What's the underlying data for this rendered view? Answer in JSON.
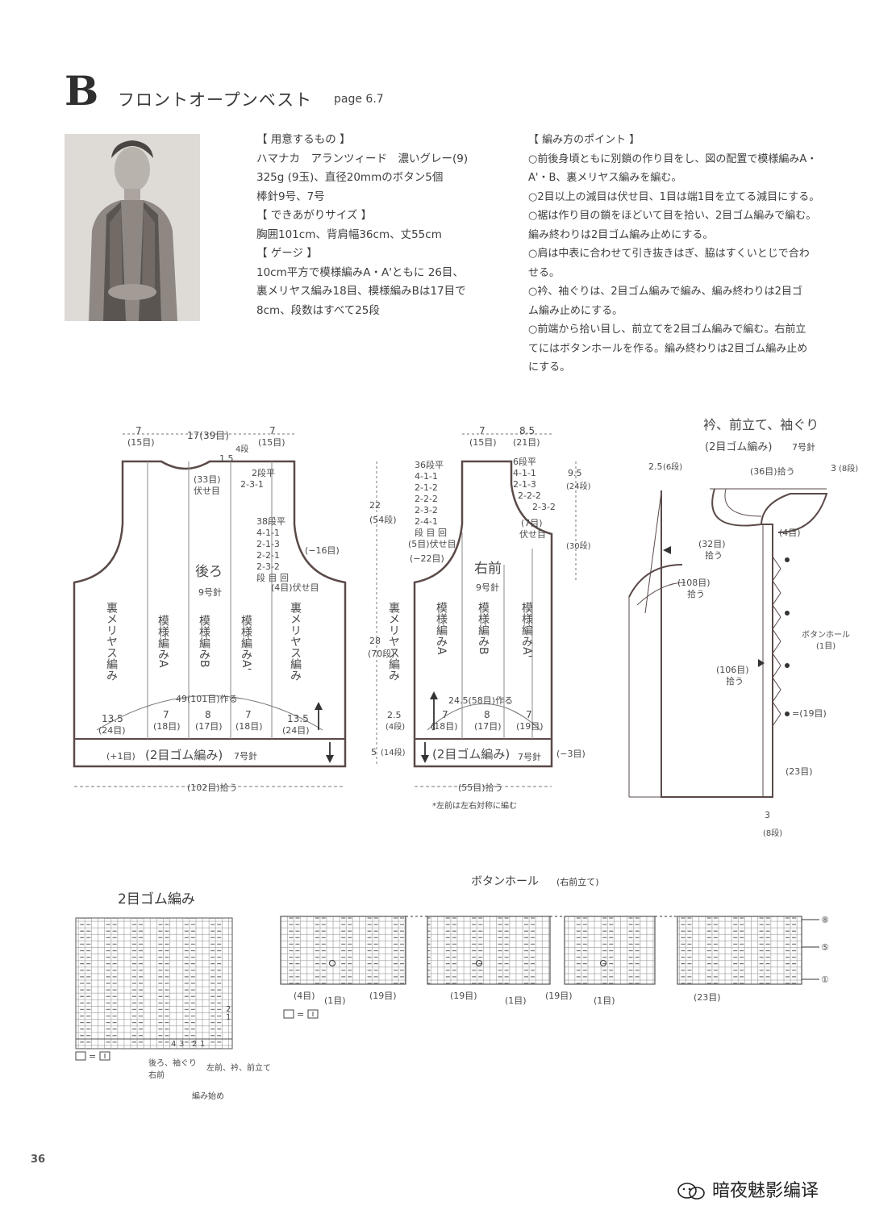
{
  "header": {
    "letter": "B",
    "title": "フロントオープンベスト",
    "page_ref": "page 6.7"
  },
  "materials": {
    "lines": [
      "【 用意するもの 】",
      "ハマナカ　アランツィード　濃いグレー(9)",
      "325g (9玉)、直径20mmのボタン5個",
      "棒針9号、7号",
      "【 できあがりサイズ 】",
      "胸囲101cm、背肩幅36cm、丈55cm",
      "【 ゲージ 】",
      "10cm平方で模様編みA・A'ともに 26目、",
      "裏メリヤス編み18目、模様編みBは17目で",
      "8cm、段数はすべて25段"
    ]
  },
  "points": {
    "lines": [
      "【 編み方のポイント 】",
      "○前後身頃ともに別鎖の作り目をし、図の配置で模様編みA・",
      "A'・B、裏メリヤス編みを編む。",
      "○2目以上の減目は伏せ目、1目は端1目を立てる減目にする。",
      "○裾は作り目の鎖をほどいて目を拾い、2目ゴム編みで編む。",
      "編み終わりは2目ゴム編み止めにする。",
      "○肩は中表に合わせて引き抜きはぎ、脇はすくいとじで合わ",
      "せる。",
      "○衿、袖ぐりは、2目ゴム編みで編み、編み終わりは2目ゴ",
      "ム編み止めにする。",
      "○前端から拾い目し、前立てを2目ゴム編みで編む。右前立",
      "てにはボタンホールを作る。編み終わりは2目ゴム編み止め",
      "にする。"
    ]
  },
  "back": {
    "name": "後ろ",
    "needle": "9号針",
    "top_dims": [
      "7",
      "17(39目)",
      "7"
    ],
    "top_counts": [
      "(15目)",
      "(15目)"
    ],
    "neck_drop": "1.5",
    "neck_rows": "4段",
    "neck_bindoff_count": "(33目)",
    "neck_bindoff_label": "伏せ目",
    "neck_dec": "2段平",
    "neck_dec2": "2-3-1",
    "arm_dec": [
      "38段平",
      "4-1-1",
      "2-1-3",
      "2-2-1",
      "2-3-2",
      "段 目 回"
    ],
    "arm_bindoff": "(4目)伏せ目",
    "arm_total": "(−16目)",
    "patterns": [
      "裏メリヤス編み",
      "模様編みA",
      "模様編みB",
      "模様編みA'",
      "裏メリヤス編み"
    ],
    "cast_on": "49(101目)作る",
    "bottom_dims": [
      "13.5",
      "7",
      "8",
      "7",
      "13.5"
    ],
    "bottom_counts": [
      "(24目)",
      "(18目)",
      "(17目)",
      "(18目)",
      "(24目)"
    ],
    "rib": "(2目ゴム編み)",
    "rib_needle": "7号針",
    "rib_inc": "(+1目)",
    "pickup": "(102目)拾う"
  },
  "front": {
    "name": "右前",
    "needle": "9号針",
    "top_dims": [
      "7",
      "8.5"
    ],
    "top_counts": [
      "(15目)",
      "(21目)"
    ],
    "neck_dec": [
      "6段平",
      "4-1-1",
      "2-1-3",
      "2-2-2",
      "2-3-2"
    ],
    "neck_bindoff_count": "(7目)",
    "neck_bindoff_label": "伏せ目",
    "arm_dec": [
      "36段平",
      "4-1-1",
      "2-1-2",
      "2-2-2",
      "2-3-2",
      "2-4-1",
      "段 目 回"
    ],
    "arm_bindoff": "(5目)伏せ目",
    "arm_total": "(−22目)",
    "heights": [
      "22",
      "(54段)",
      "28",
      "(70段)",
      "5",
      "(14段)",
      "9.5",
      "(24段)",
      "(30段)",
      "2.5",
      "(4段)"
    ],
    "patterns": [
      "裏メリヤス編み",
      "模様編みA",
      "模様編みB",
      "模様編みA'"
    ],
    "cast_on": "24.5(58目)作る",
    "bottom_dims": [
      "7",
      "8",
      "7"
    ],
    "bottom_counts": [
      "(18目)",
      "(17目)",
      "(19目)"
    ],
    "rib": "(2目ゴム編み)",
    "rib_needle": "7号針",
    "rib_dec": "(−3目)",
    "pickup": "(55目)拾う",
    "note": "*左前は左右対称に編む"
  },
  "collar": {
    "title": "衿、前立て、袖ぐり",
    "subtitle": "(2目ゴム編み)",
    "needle": "7号針",
    "labels": [
      "2.5",
      "(6段)",
      "(36目)拾う",
      "3",
      "(8段)",
      "(4目)",
      "(32目)",
      "拾う",
      "(108目)",
      "拾う",
      "ボタンホール",
      "(1目)",
      "(106目)",
      "拾う",
      "=(19目)",
      "(23目)",
      "3",
      "(8段)"
    ]
  },
  "rib_chart": {
    "title": "2目ゴム編み",
    "legend": "=",
    "nums": [
      "4",
      "3",
      "2",
      "1",
      "2",
      "1"
    ],
    "notes": [
      "後ろ、袖ぐり",
      "右前",
      "左前、衿、前立て",
      "編み始め"
    ]
  },
  "buttonhole": {
    "title": "ボタンホール",
    "sub": "(右前立て)",
    "counts": [
      "(4目)",
      "(1目)",
      "(19目)",
      "(19目)",
      "(1目)",
      "(19目)",
      "(1目)",
      "(23目)"
    ],
    "rows": [
      "⑧",
      "⑤",
      "①"
    ]
  },
  "footer": {
    "page_no": "36",
    "watermark": "暗夜魅影编译"
  }
}
